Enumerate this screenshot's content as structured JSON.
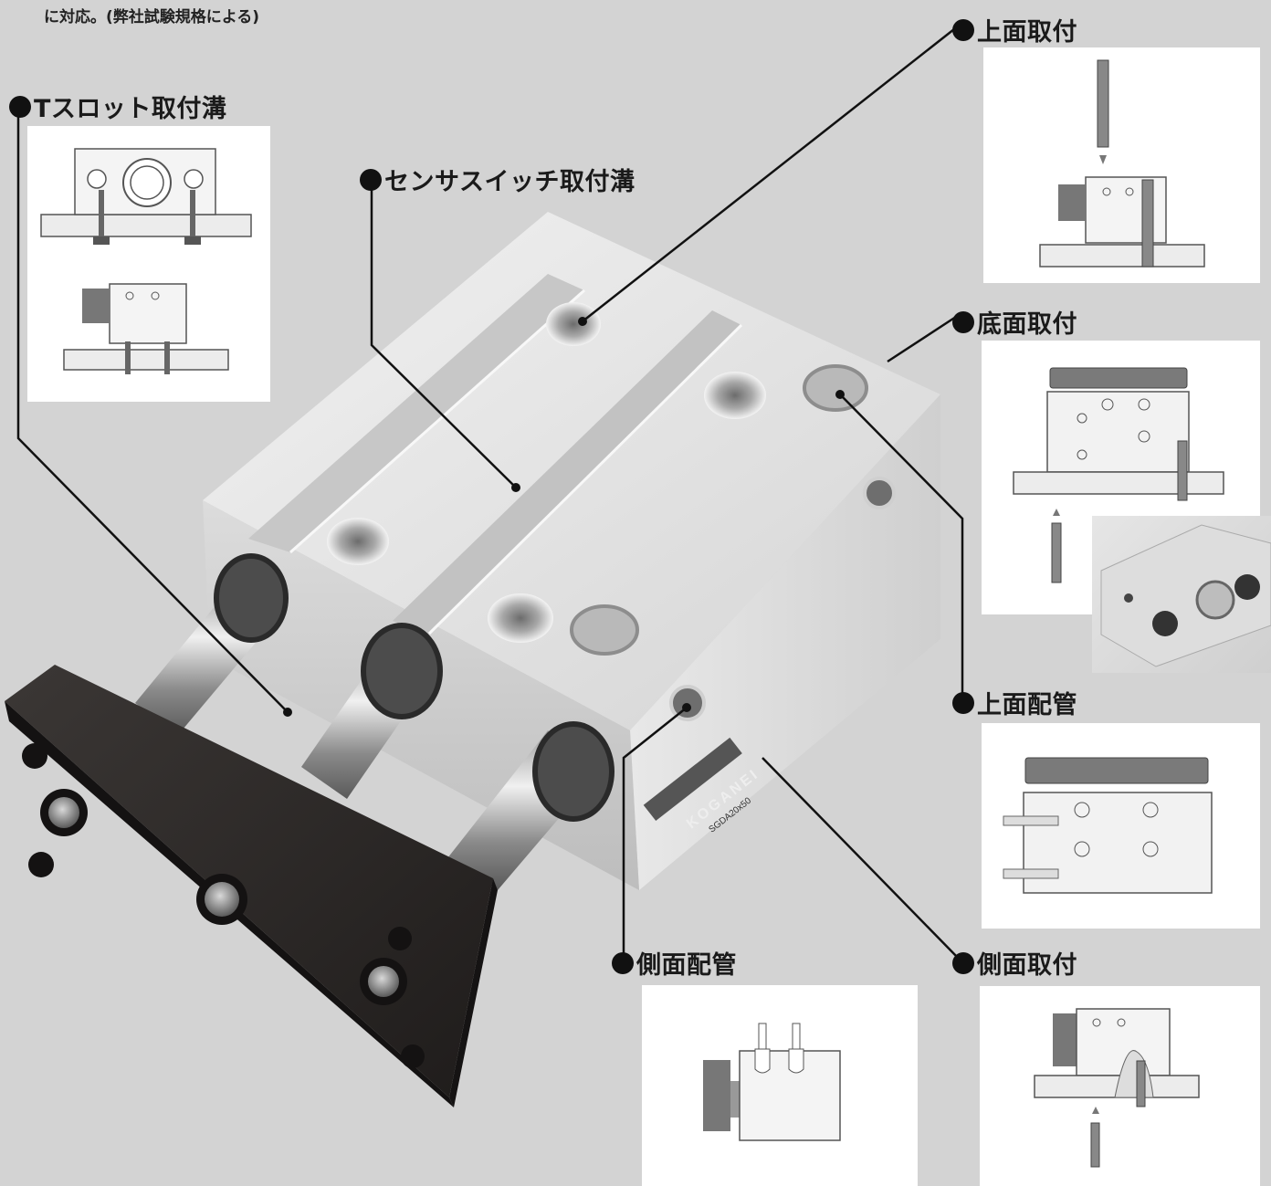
{
  "intro_text": "に対応。(弊社試験規格による)",
  "labels": {
    "t_slot": "Tスロット取付溝",
    "sensor_switch": "センサスイッチ取付溝",
    "top_mount": "上面取付",
    "bottom_mount": "底面取付",
    "top_piping": "上面配管",
    "side_piping": "側面配管",
    "side_mount": "側面取付"
  },
  "product_markings": {
    "brand": "KOGANEI",
    "model": "SGDA20x50"
  },
  "colors": {
    "background": "#d3d3d3",
    "panel": "#ffffff",
    "leader_line": "#111111",
    "end_plate": "#2a2624",
    "body_metal": "#e2e2e2"
  }
}
